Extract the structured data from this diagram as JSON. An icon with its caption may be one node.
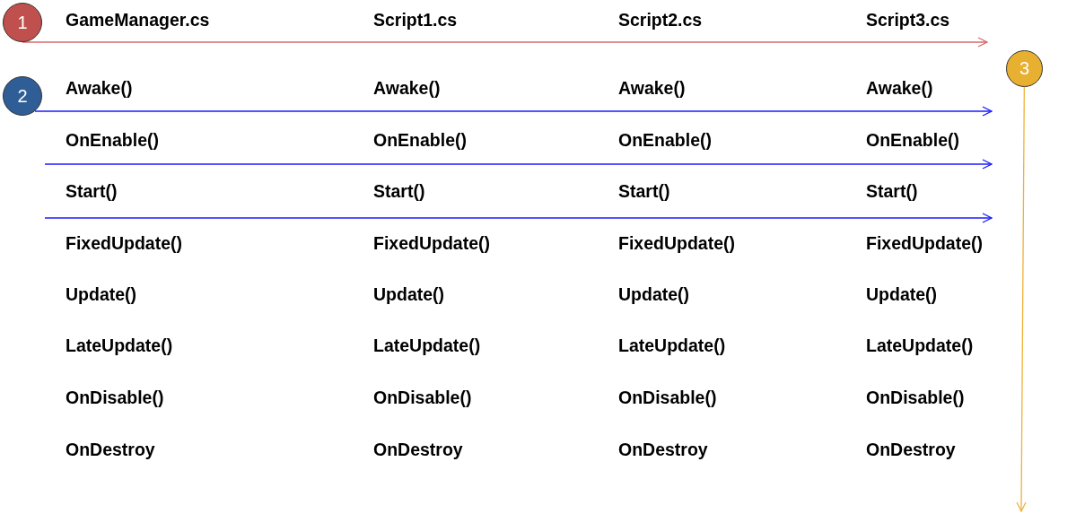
{
  "diagram": {
    "nodes": [
      {
        "text": [
          "1"
        ]
      },
      {
        "text": [
          "2"
        ]
      },
      {
        "text": [
          "3"
        ]
      }
    ],
    "edges": [
      {
        "from": 0,
        "to": 2,
        "arrow": "to",
        "color": "#d46a6a"
      },
      {
        "from": 1,
        "to": null,
        "arrow": "to",
        "color": "#1a1aff"
      },
      {
        "from": 2,
        "to": null,
        "arrow": "to",
        "color": "#f0b23a"
      }
    ],
    "labels": [
      "GameManager.cs",
      "Script1.cs",
      "Script2.cs",
      "Script3.cs",
      "Awake()",
      "Awake()",
      "Awake()",
      "Awake()",
      "OnEnable()",
      "OnEnable()",
      "OnEnable()",
      "OnEnable()",
      "Start()",
      "Start()",
      "Start()",
      "Start()",
      "FixedUpdate()",
      "FixedUpdate()",
      "FixedUpdate()",
      "FixedUpdate()",
      "Update()",
      "Update()",
      "Update()",
      "Update()",
      "LateUpdate()",
      "LateUpdate()",
      "LateUpdate()",
      "LateUpdate()",
      "OnDisable()",
      "OnDisable()",
      "OnDisable()",
      "OnDisable()",
      "OnDestroy",
      "OnDestroy",
      "OnDestroy",
      "OnDestroy"
    ]
  }
}
